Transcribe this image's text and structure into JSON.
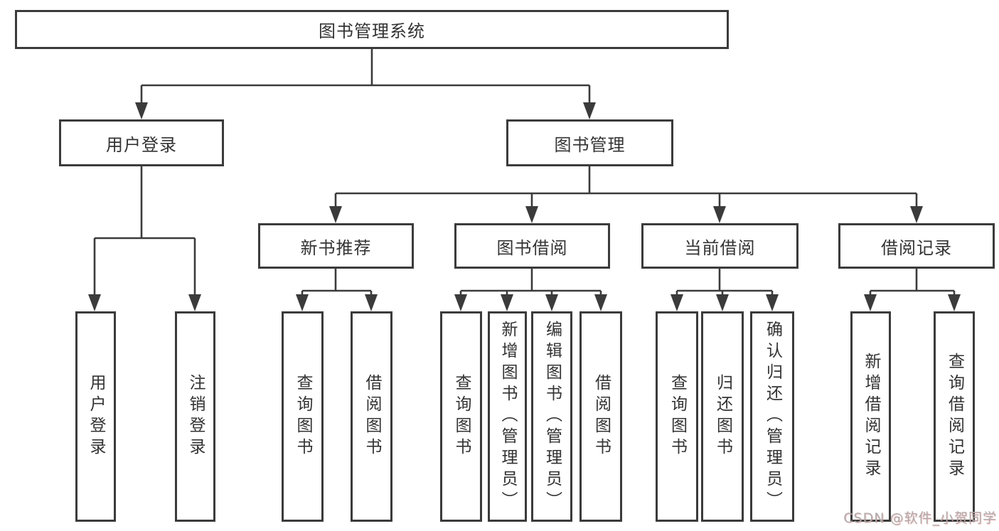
{
  "tree": {
    "label": "图书管理系统",
    "children": [
      {
        "label": "用户登录",
        "children": [
          {
            "label": "用户登录"
          },
          {
            "label": "注销登录"
          }
        ]
      },
      {
        "label": "图书管理",
        "children": [
          {
            "label": "新书推荐",
            "children": [
              {
                "label": "查询图书"
              },
              {
                "label": "借阅图书"
              }
            ]
          },
          {
            "label": "图书借阅",
            "children": [
              {
                "label": "查询图书"
              },
              {
                "label": "新增图书（管理员）"
              },
              {
                "label": "编辑图书（管理员）"
              },
              {
                "label": "借阅图书"
              }
            ]
          },
          {
            "label": "当前借阅",
            "children": [
              {
                "label": "查询图书"
              },
              {
                "label": "归还图书"
              },
              {
                "label": "确认归还（管理员）"
              }
            ]
          },
          {
            "label": "借阅记录",
            "children": [
              {
                "label": "新增借阅记录"
              },
              {
                "label": "查询借阅记录"
              }
            ]
          }
        ]
      }
    ]
  },
  "watermark": {
    "text": "CSDN @软件_小贺同学"
  },
  "colors": {
    "line": "#3b3b3b",
    "box_border": "#3b3b3b",
    "box_fill": "#ffffff",
    "text": "#333333",
    "watermark": "#b1abab",
    "background": "#ffffff"
  }
}
